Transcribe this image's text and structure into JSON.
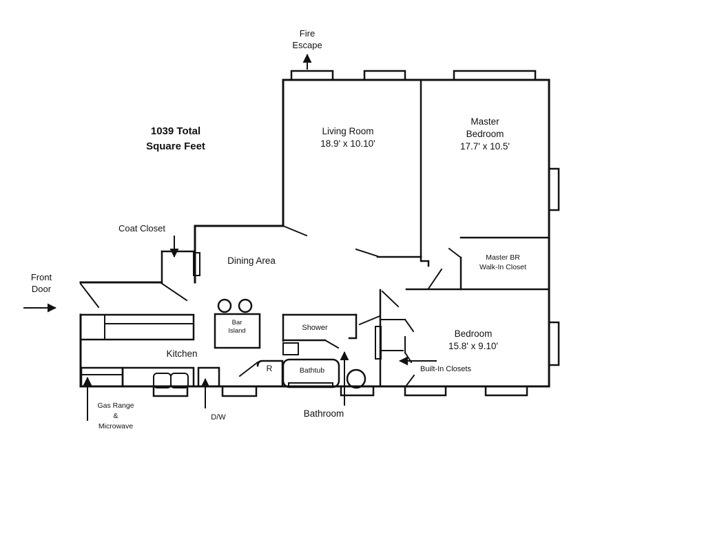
{
  "diagram_type": "apartment floor plan",
  "colors": {
    "line": "#111111",
    "background": "#ffffff",
    "text": "#111111"
  },
  "labels": {
    "title": "1039 Total\nSquare Feet",
    "fire_escape": "Fire\nEscape",
    "living_room": "Living Room\n18.9' x 10.10'",
    "master_bedroom": "Master\nBedroom\n17.7' x 10.5'",
    "master_br_closet": "Master BR\nWalk-In Closet",
    "coat_closet": "Coat Closet",
    "dining_area": "Dining Area",
    "front_door": "Front\nDoor",
    "bar_island": "Bar\nIsland",
    "shower": "Shower",
    "kitchen": "Kitchen",
    "refrigerator": "R",
    "bathtub": "Bathtub",
    "bedroom": "Bedroom\n15.8' x 9.10'",
    "built_in_closets": "Built-In Closets",
    "gas_range": "Gas Range\n&\nMicrowave",
    "dishwasher": "D/W",
    "bathroom": "Bathroom"
  },
  "rooms": [
    {
      "name": "Living Room",
      "dimensions": "18.9' x 10.10'"
    },
    {
      "name": "Master Bedroom",
      "dimensions": "17.7' x 10.5'"
    },
    {
      "name": "Bedroom",
      "dimensions": "15.8' x 9.10'"
    },
    {
      "name": "Dining Area"
    },
    {
      "name": "Kitchen"
    },
    {
      "name": "Bathroom"
    },
    {
      "name": "Master BR Walk-In Closet"
    },
    {
      "name": "Coat Closet"
    }
  ],
  "total_area": "1039 Total Square Feet"
}
